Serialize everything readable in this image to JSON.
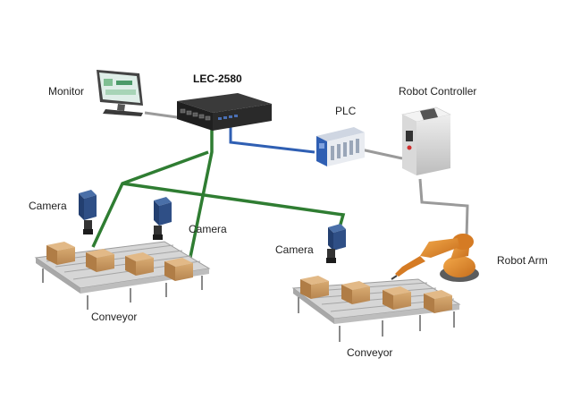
{
  "labels": {
    "device": "LEC-2580",
    "monitor": "Monitor",
    "plc": "PLC",
    "robot_controller": "Robot Controller",
    "camera_1": "Camera",
    "camera_2": "Camera",
    "camera_3": "Camera",
    "robot_arm": "Robot Arm",
    "conveyor_1": "Conveyor",
    "conveyor_2": "Conveyor"
  },
  "colors": {
    "ethernet_link": "#2f7d32",
    "fieldbus_link": "#2f5fb3",
    "monitor_link": "#9a9a9a",
    "controller_link": "#9a9a9a",
    "camera_body": "#2f4f86",
    "box": "#c89a63",
    "robot_arm": "#e08a2c"
  }
}
